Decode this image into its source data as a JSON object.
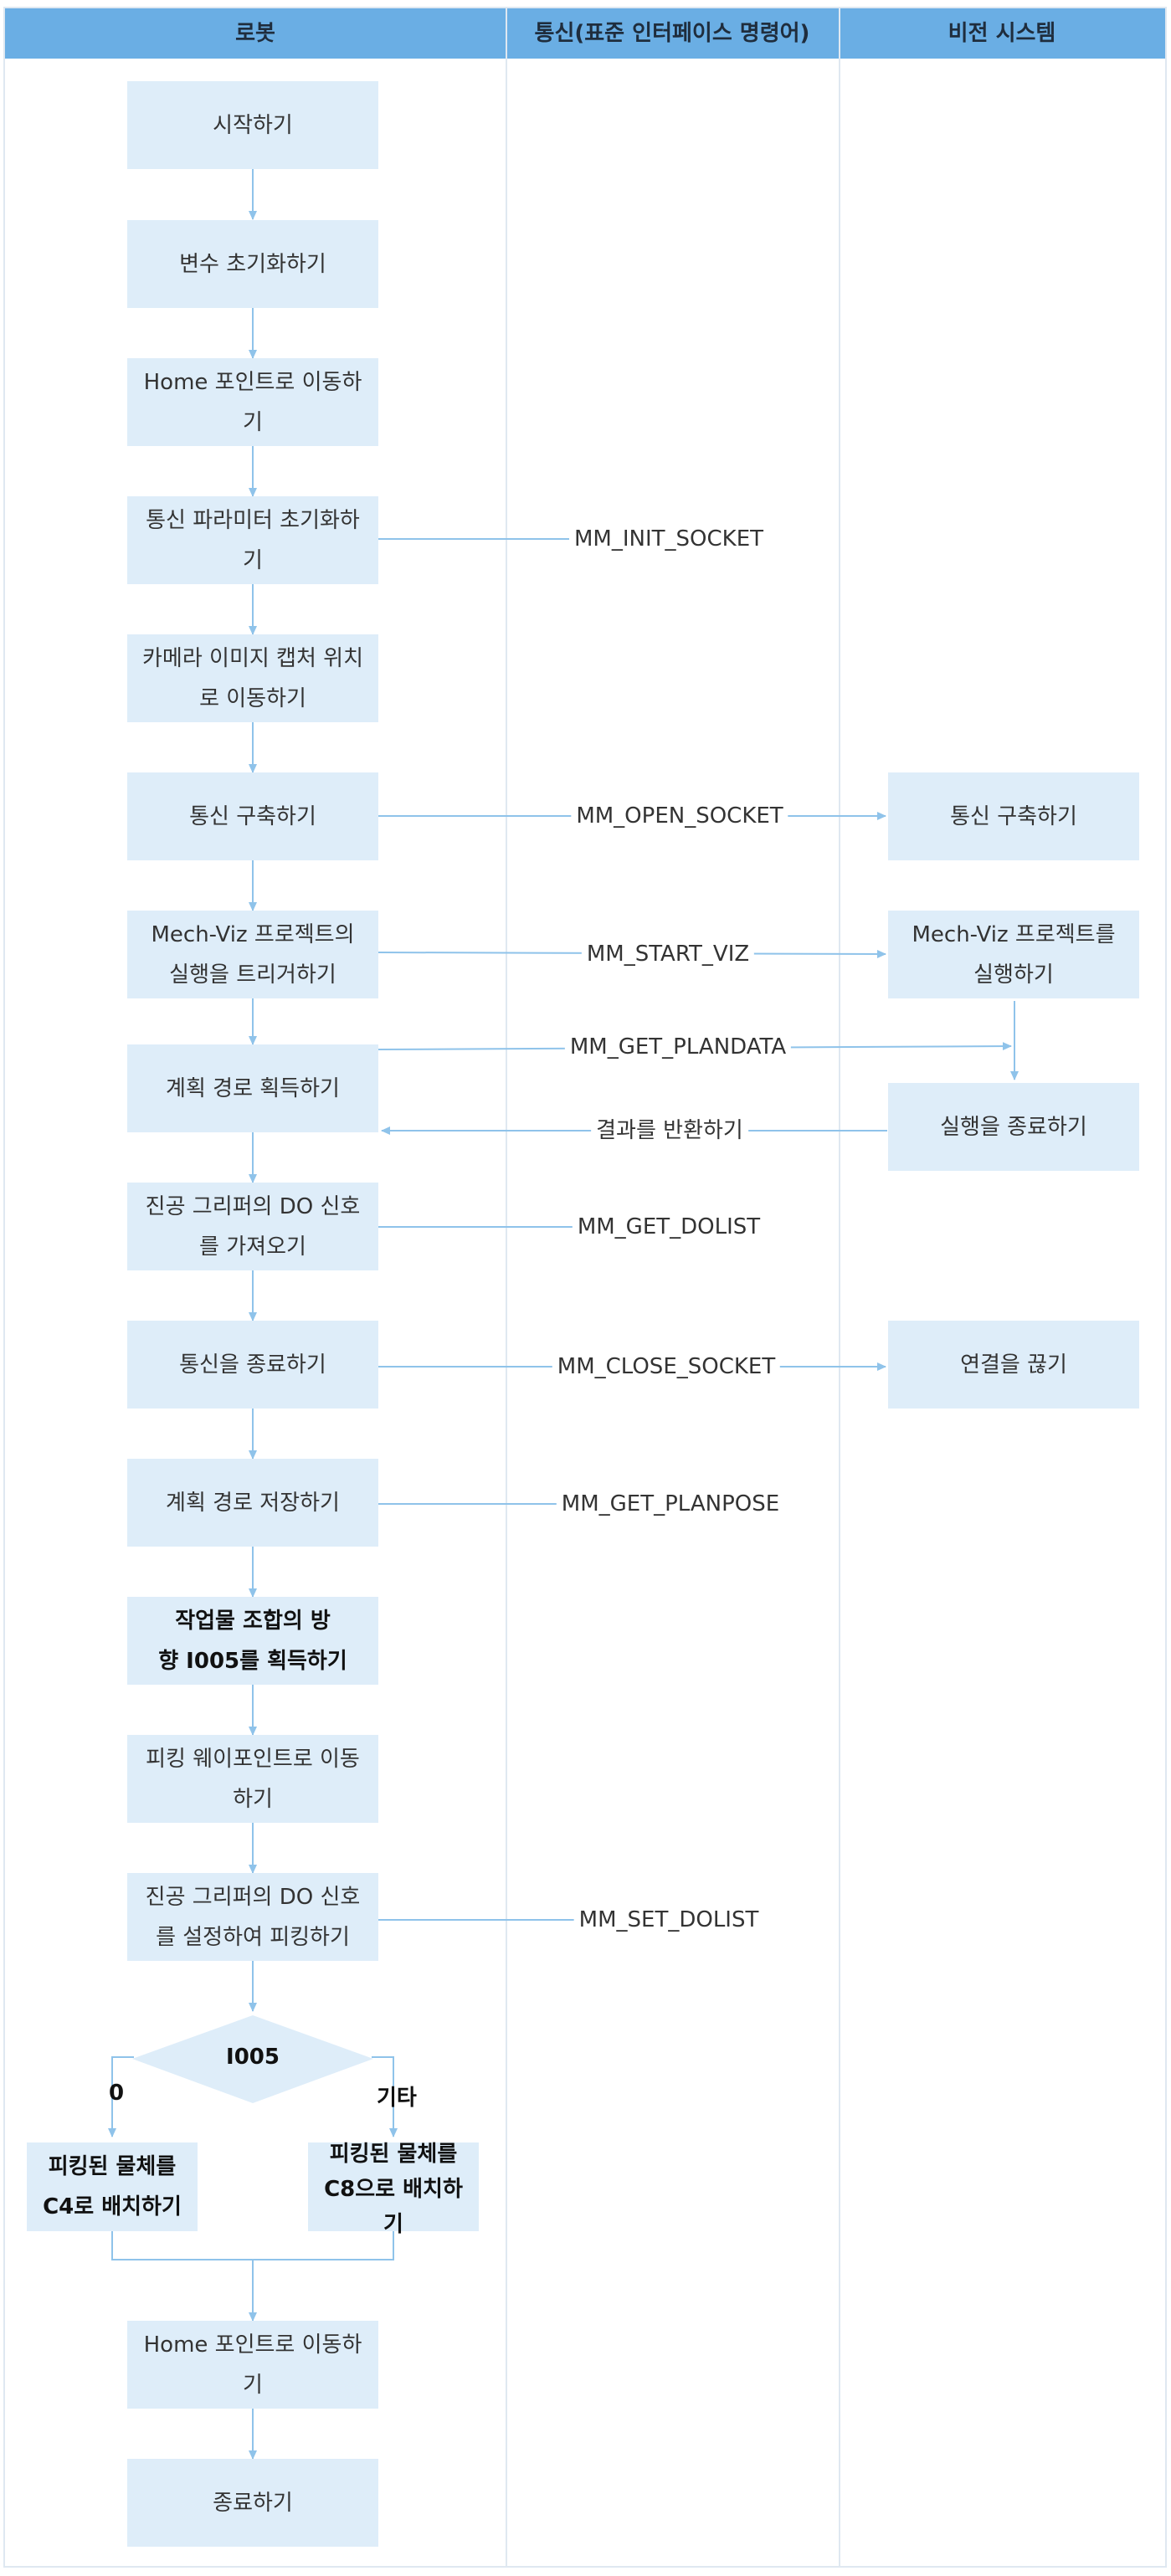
{
  "lanes": [
    "로봇",
    "통신(표준 인터페이스 명령어)",
    "비전 시스템"
  ],
  "robot_steps": [
    "시작하기",
    "변수 초기화하기",
    "Home 포인트로 이동하\n기",
    "통신 파라미터 초기화하\n기",
    "카메라 이미지 캡처 위치\n로 이동하기",
    "통신 구축하기",
    "Mech-Viz 프로젝트의\n실행을 트리거하기",
    "계획 경로 획득하기",
    "진공 그리퍼의 DO 신호\n를 가져오기",
    "통신을 종료하기",
    "계획 경로 저장하기",
    "작업물 조합의 방\n향 I005를 획득하기",
    "피킹 웨이포인트로 이동\n하기",
    "진공 그리퍼의 DO 신호\n를 설정하여 피킹하기",
    "Home 포인트로 이동하\n기",
    "종료하기"
  ],
  "decision": {
    "label": "I005",
    "branch_left": "0",
    "branch_right": "기타",
    "left_step": "피킹된 물체를\nC4로 배치하기",
    "right_step": "피킹된 물체를\nC8으로 배치하\n기"
  },
  "vision_steps": [
    "통신 구축하기",
    "Mech-Viz 프로젝트를\n실행하기",
    "실행을 종료하기",
    "연결을 끊기"
  ],
  "messages": [
    "MM_INIT_SOCKET",
    "MM_OPEN_SOCKET",
    "MM_START_VIZ",
    "MM_GET_PLANDATA",
    "결과를 반환하기",
    "MM_GET_DOLIST",
    "MM_CLOSE_SOCKET",
    "MM_GET_PLANPOSE",
    "MM_SET_DOLIST"
  ],
  "colors": {
    "header": "#6aaee4",
    "box": "#deedf9",
    "connector": "#8fc3ea",
    "divider": "#dfe8f1"
  }
}
